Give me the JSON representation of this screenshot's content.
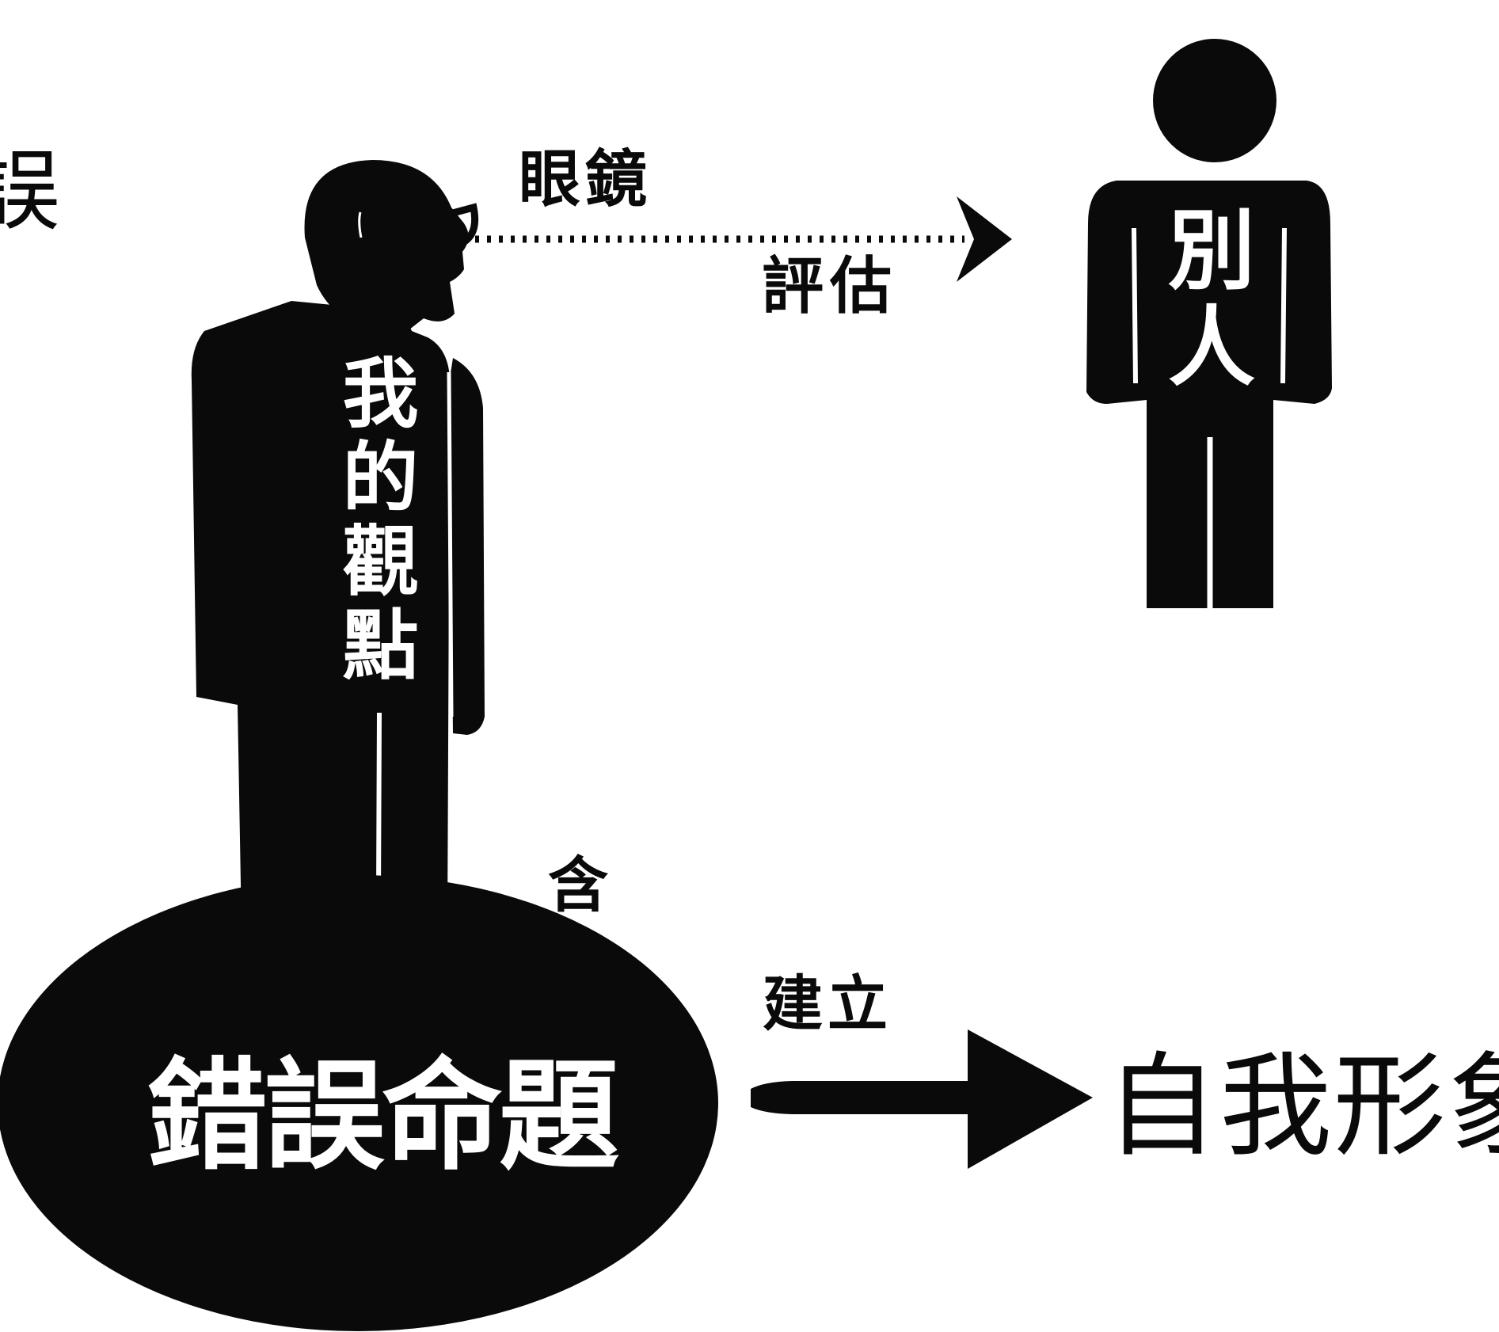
{
  "diagram": {
    "cut_left": "誤",
    "glasses": "眼鏡",
    "evaluate": "評估",
    "others": "別人",
    "my_viewpoint": "我的觀點",
    "contain": "含",
    "establish": "建立",
    "false_proposition": "錯誤命題",
    "self_image": "自我形象"
  },
  "colors": {
    "ink": "#0a0a0a",
    "background": "#ffffff"
  }
}
